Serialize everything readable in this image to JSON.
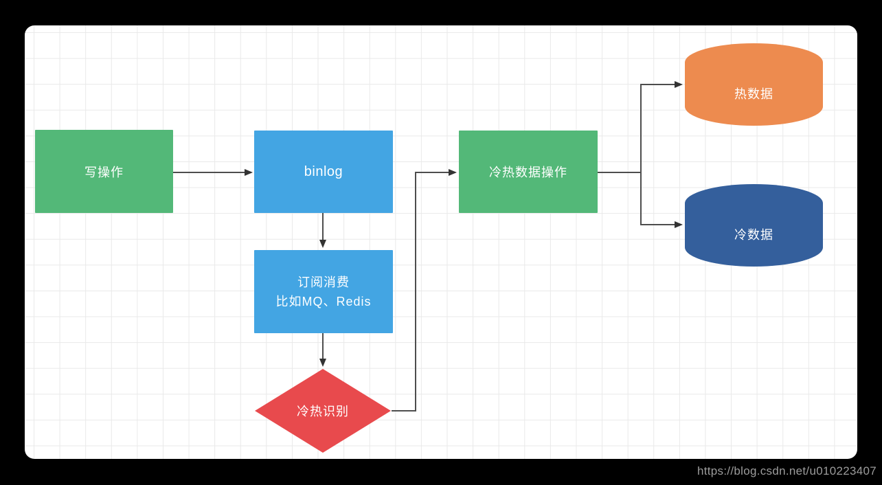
{
  "diagram": {
    "nodes": {
      "write_op": {
        "label": "写操作"
      },
      "binlog": {
        "label": "binlog"
      },
      "subscribe": {
        "line1": "订阅消费",
        "line2": "比如MQ、Redis"
      },
      "identify": {
        "label": "冷热识别"
      },
      "hot_cold_op": {
        "label": "冷热数据操作"
      },
      "hot_data": {
        "label": "热数据"
      },
      "cold_data": {
        "label": "冷数据"
      }
    },
    "colors": {
      "green": "#53b878",
      "blue": "#43a5e3",
      "red": "#e84a4d",
      "orange": "#ed8b4f",
      "dark_blue": "#345f9c",
      "connector": "#4d4d4d",
      "arrowhead": "#333333"
    }
  },
  "watermark": {
    "text": "https://blog.csdn.net/u010223407"
  }
}
